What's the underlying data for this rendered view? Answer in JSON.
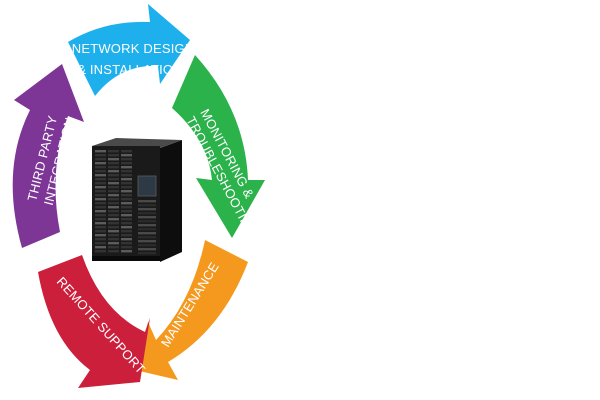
{
  "colors": {
    "network_design": "#1eb0ec",
    "monitoring": "#2bb24b",
    "maintenance": "#f5981e",
    "remote_support": "#cc1f3b",
    "third_party": "#7d3596",
    "rack_body": "#1a1a1a",
    "rack_edge": "#3a3a3a",
    "background": "#ffffff"
  },
  "center": {
    "icon": "server-rack-icon"
  },
  "steps": [
    {
      "id": "network_design",
      "lines": [
        "NETWORK DESIGN",
        "& INSTALLATION"
      ]
    },
    {
      "id": "monitoring",
      "lines": [
        "MONITORING &",
        "TROUBLESHOOTING"
      ]
    },
    {
      "id": "maintenance",
      "lines": [
        "MAINTENANCE"
      ]
    },
    {
      "id": "remote_support",
      "lines": [
        "REMOTE SUPPORT"
      ]
    },
    {
      "id": "third_party",
      "lines": [
        "THIRD PARTY",
        "INTEGRATION"
      ]
    }
  ]
}
